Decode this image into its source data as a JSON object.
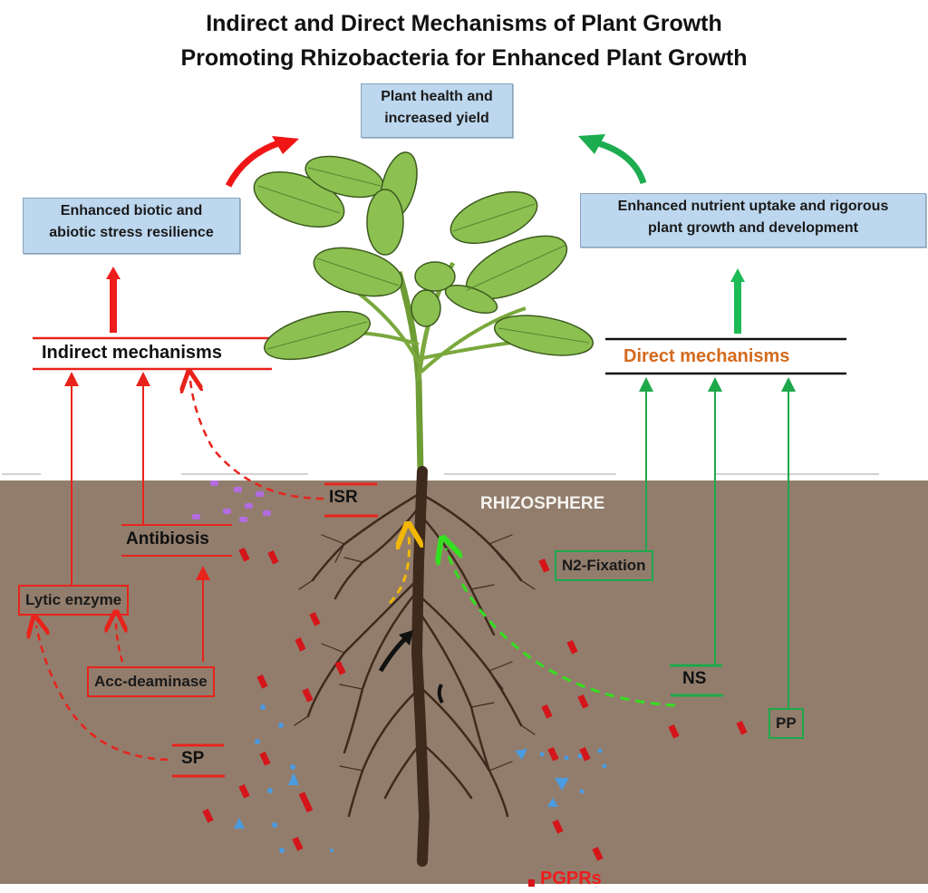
{
  "title": {
    "line1": "Indirect and Direct Mechanisms of Plant Growth",
    "line2": "Promoting Rhizobacteria for Enhanced Plant Growth"
  },
  "outcome": {
    "top": "Plant health and increased yield",
    "top_line1": "Plant health and",
    "top_line2": "increased yield",
    "left_line1": "Enhanced biotic and",
    "left_line2": "abiotic stress resilience",
    "right_line1": "Enhanced nutrient uptake and rigorous",
    "right_line2": "plant growth and development"
  },
  "indirect": {
    "heading": "Indirect mechanisms",
    "items": [
      "ISR",
      "Antibiosis",
      "Lytic enzyme",
      "Acc-deaminase",
      "SP"
    ]
  },
  "direct": {
    "heading": "Direct mechanisms",
    "items": [
      "N2-Fixation",
      "NS",
      "PP"
    ]
  },
  "soil": {
    "zone_label": "RHIZOSPHERE",
    "bacteria_label": "PGPRs"
  },
  "colors": {
    "indirect": "#e8231b",
    "direct": "#1da84a",
    "direct_heading": "#d46a1d",
    "outcome_box": "#bcd7ee",
    "soil": "#927d6c",
    "root": "#3e2a1c",
    "leaf": "#8cc152",
    "bacteria_red": "#d4151a",
    "particles_blue": "#4b9be0",
    "nutrient_green_dashed": "#33e01f",
    "yellow_dashed": "#f2b705"
  },
  "icons": {
    "plant": "tomato-plant-illustration",
    "roots": "root-system",
    "arrow_left_curved": "red-curved-arrow",
    "arrow_right_curved": "green-curved-arrow",
    "arrow_up_red": "red-up-arrow",
    "arrow_up_green": "green-up-arrow"
  }
}
